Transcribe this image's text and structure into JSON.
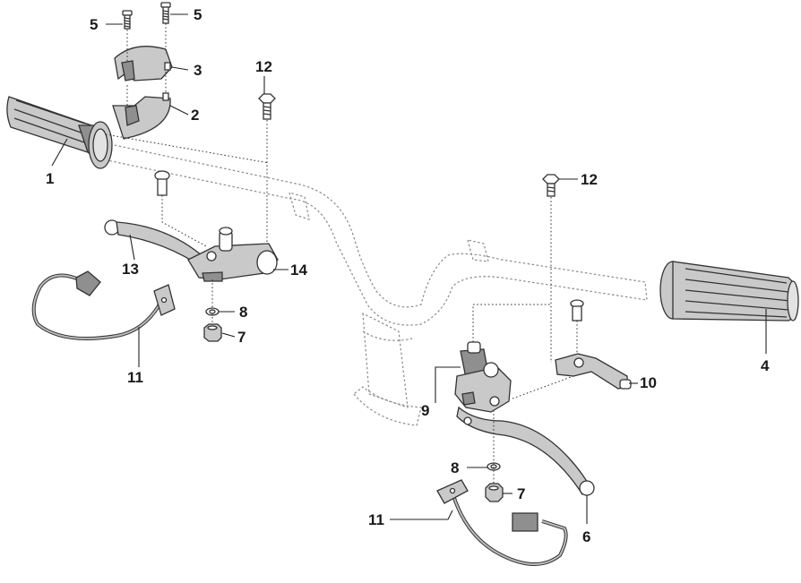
{
  "callouts": {
    "c1": "1",
    "c2": "2",
    "c3": "3",
    "c4": "4",
    "c5a": "5",
    "c5b": "5",
    "c6": "6",
    "c7a": "7",
    "c7b": "7",
    "c8a": "8",
    "c8b": "8",
    "c9": "9",
    "c10": "10",
    "c11a": "11",
    "c11b": "11",
    "c12a": "12",
    "c12b": "12",
    "c13": "13",
    "c14": "14"
  },
  "colors": {
    "part_fill": "#c9c9c9",
    "part_dark": "#8f8f8f",
    "outline": "#333333",
    "ghost_handlebar": "#8a8a8a",
    "label": "#1a1a1a"
  }
}
